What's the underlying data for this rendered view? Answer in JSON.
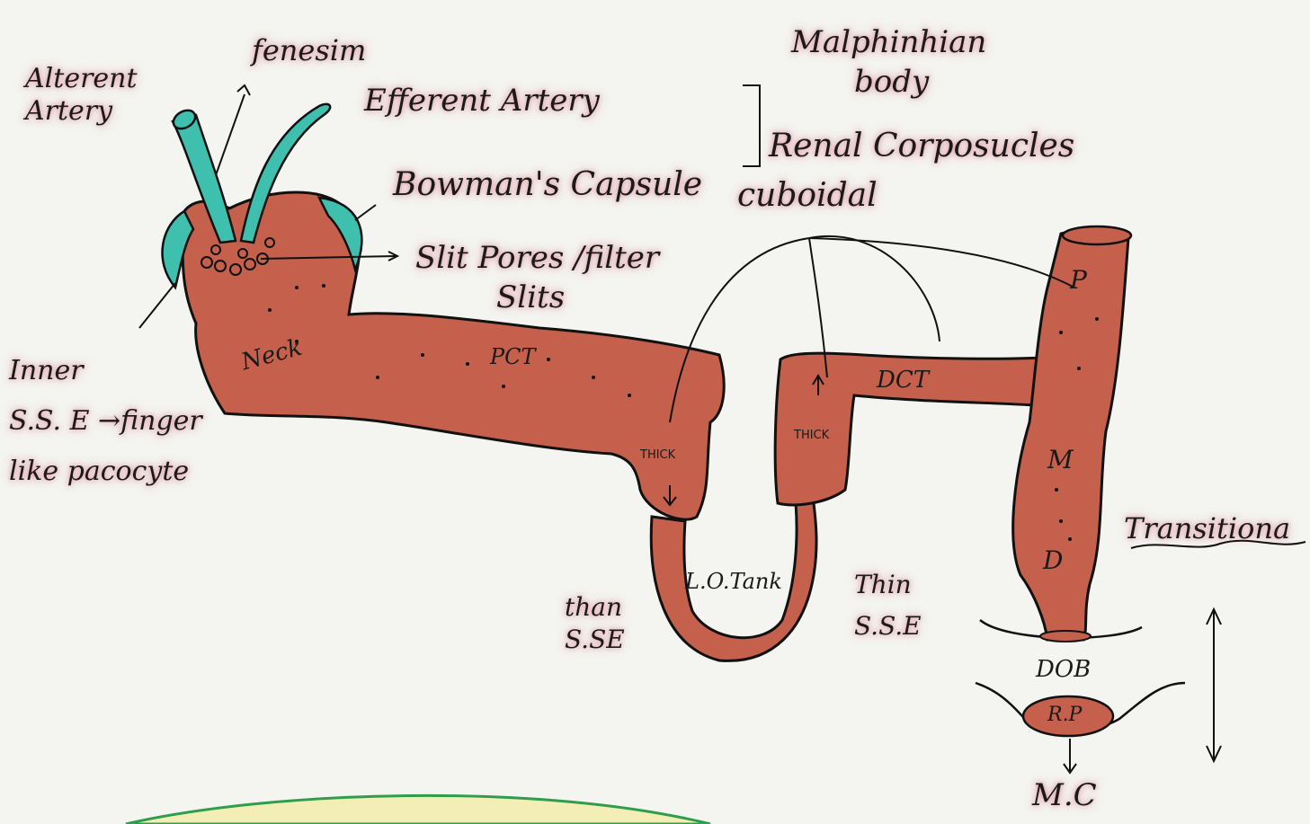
{
  "labels": {
    "afferent_artery": [
      "Alterent",
      "Artery"
    ],
    "fenesim": "fenesim",
    "efferent_artery": "Efferent Artery",
    "malpighian_body": [
      "Malphinhian",
      "body"
    ],
    "renal_corpuscles": "Renal Corposucles",
    "bowmans_capsule": "Bowman's Capsule",
    "cuboidal": "cuboidal",
    "slit_pores": [
      "Slit Pores /filter",
      "Slits"
    ],
    "inner_sse": [
      "Inner",
      "S.S. E →finger",
      "like pacocyte"
    ],
    "neck": "Neck",
    "pct": "PCT",
    "dct": "DCT",
    "thick_desc": "THICK",
    "thick_asc": "THICK",
    "loop": "L.O.Tank",
    "than_sse": [
      "than",
      "S.SE"
    ],
    "thin_sse": [
      "Thin",
      "S.S.E"
    ],
    "p": "P",
    "m": "M",
    "d": "D",
    "transitional": "Transitiona",
    "dob": "DOB",
    "rp": "R.P",
    "mc": "M.C"
  },
  "colors": {
    "tubule_fill": "#c4604b",
    "capsule_teal": "#3fbfae",
    "ink": "#111111",
    "highlight": "#d0485a",
    "yellow_blob": "#f2eeb6",
    "green_outline": "#2f9e4b"
  }
}
